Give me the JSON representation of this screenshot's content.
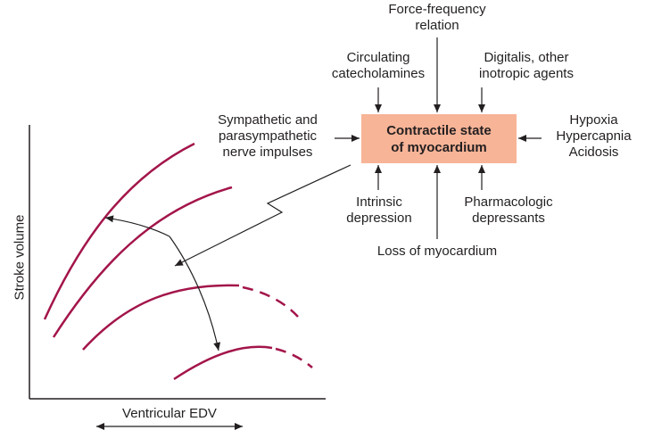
{
  "central_box": {
    "line1": "Contractile state",
    "line2": "of myocardium"
  },
  "factors": {
    "force_frequency": [
      "Force-frequency",
      "relation"
    ],
    "catecholamines": [
      "Circulating",
      "catecholamines"
    ],
    "digitalis": [
      "Digitalis, other",
      "inotropic agents"
    ],
    "nerve_impulses": [
      "Sympathetic and",
      "parasympathetic",
      "nerve impulses"
    ],
    "hypoxia": [
      "Hypoxia",
      "Hypercapnia",
      "Acidosis"
    ],
    "intrinsic": [
      "Intrinsic",
      "depression"
    ],
    "pharmacologic": [
      "Pharmacologic",
      "depressants"
    ],
    "loss": [
      "Loss of myocardium"
    ]
  },
  "axes": {
    "ylabel": "Stroke volume",
    "xlabel": "Ventricular EDV"
  },
  "colors": {
    "box_fill": "#f7b497",
    "curve": "#a3154a",
    "ink": "#231f20"
  }
}
